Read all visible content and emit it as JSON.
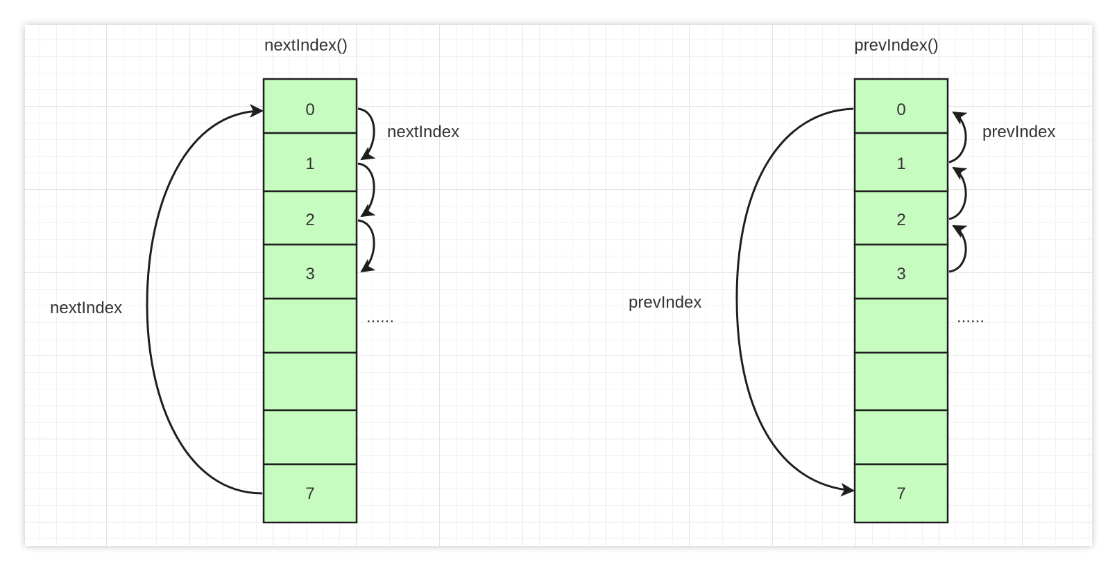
{
  "diagrams": [
    {
      "id": "next",
      "title": "nextIndex()",
      "cells": [
        "0",
        "1",
        "2",
        "3",
        "",
        "",
        "",
        "7"
      ],
      "step_label": "nextIndex",
      "wrap_label": "nextIndex",
      "ellipsis": "......"
    },
    {
      "id": "prev",
      "title": "prevIndex()",
      "cells": [
        "0",
        "1",
        "2",
        "3",
        "",
        "",
        "",
        "7"
      ],
      "step_label": "prevIndex",
      "wrap_label": "prevIndex",
      "ellipsis": "......"
    }
  ],
  "colors": {
    "cell_fill": "#c6fcc0",
    "stroke": "#1e1e1e",
    "text": "#333333"
  }
}
